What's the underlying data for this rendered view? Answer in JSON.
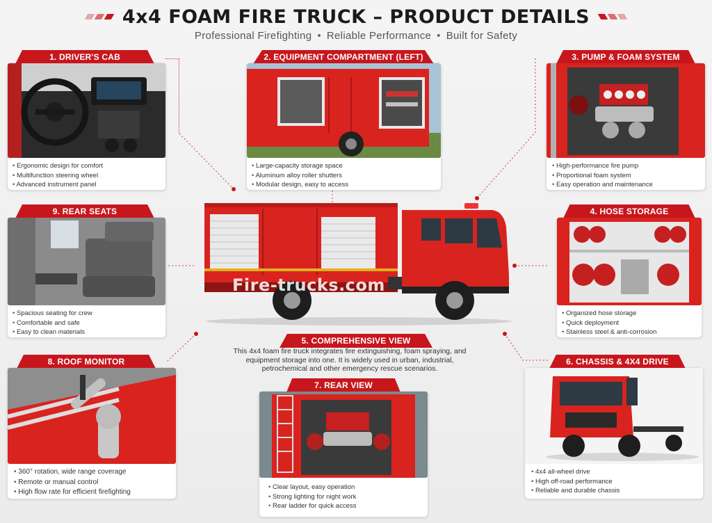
{
  "header": {
    "title": "4x4 FOAM FIRE TRUCK – PRODUCT DETAILS",
    "subtitle_parts": [
      "Professional Firefighting",
      "Reliable Performance",
      "Built for Safety"
    ],
    "separator": "•"
  },
  "colors": {
    "accent": "#c8161d",
    "truck_red": "#d9231f",
    "background": "#f0f0f0"
  },
  "watermark": "Fire-trucks.com",
  "sections": {
    "drivers_cab": {
      "title": "1. DRIVER'S CAB",
      "bullets": [
        "Ergonomic design for comfort",
        "Multifunction steering wheel",
        "Advanced instrument panel"
      ]
    },
    "equipment_compartment": {
      "title": "2. EQUIPMENT COMPARTMENT (LEFT)",
      "bullets": [
        "Large-capacity storage space",
        "Aluminum alloy roller shutters",
        "Modular design, easy to access"
      ]
    },
    "pump_foam": {
      "title": "3. PUMP & FOAM SYSTEM",
      "bullets": [
        "High-performance fire pump",
        "Proportional foam system",
        "Easy operation and maintenance"
      ]
    },
    "hose_storage": {
      "title": "4. HOSE STORAGE",
      "bullets": [
        "Organized hose storage",
        "Quick deployment",
        "Stainless steel & anti-corrosion"
      ]
    },
    "comprehensive_view": {
      "title": "5. COMPREHENSIVE VIEW",
      "description": "This 4x4 foam fire truck integrates fire extinguishing, foam spraying, and equipment storage into one. It is widely used in urban, industrial, petrochemical and other emergency rescue scenarios."
    },
    "chassis": {
      "title": "6. CHASSIS & 4x4 DRIVE",
      "bullets": [
        "4x4 all-wheel drive",
        "High off-road performance",
        "Reliable and durable chassis"
      ]
    },
    "rear_view": {
      "title": "7. REAR VIEW",
      "bullets": [
        "Clear layout, easy operation",
        "Strong lighting for night work",
        "Rear ladder for quick access"
      ]
    },
    "roof_monitor": {
      "title": "8. ROOF MONITOR",
      "bullets": [
        "360° rotation, wide range coverage",
        "Remote or manual control",
        "High flow rate for efficient firefighting"
      ]
    },
    "rear_seats": {
      "title": "9. REAR SEATS",
      "bullets": [
        "Spacious seating for crew",
        "Comfortable and safe",
        "Easy to clean materials"
      ]
    }
  }
}
